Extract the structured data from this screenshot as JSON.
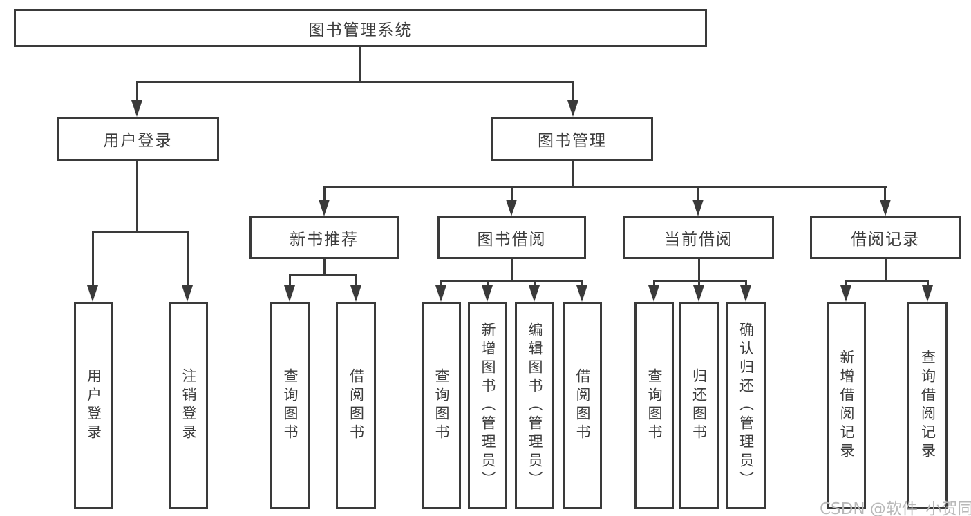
{
  "diagram": {
    "root": "图书管理系统",
    "level2": [
      "用户登录",
      "图书管理"
    ],
    "level3": [
      "新书推荐",
      "图书借阅",
      "当前借阅",
      "借阅记录"
    ],
    "leaves": {
      "user": [
        "用户登录",
        "注销登录"
      ],
      "recommend": [
        "查询图书",
        "借阅图书"
      ],
      "borrow": [
        "查询图书",
        "新增图书（管理员）",
        "编辑图书（管理员）",
        "借阅图书"
      ],
      "current": [
        "查询图书",
        "归还图书",
        "确认归还（管理员）"
      ],
      "records": [
        "新增借阅记录",
        "查询借阅记录"
      ]
    },
    "watermark": "CSDN @软件_小贺同学",
    "colors": {
      "line": "#3a3a3a",
      "text": "#3d3d3d",
      "box_bg": "#ffffff",
      "watermark": "#b8b8b8"
    }
  }
}
